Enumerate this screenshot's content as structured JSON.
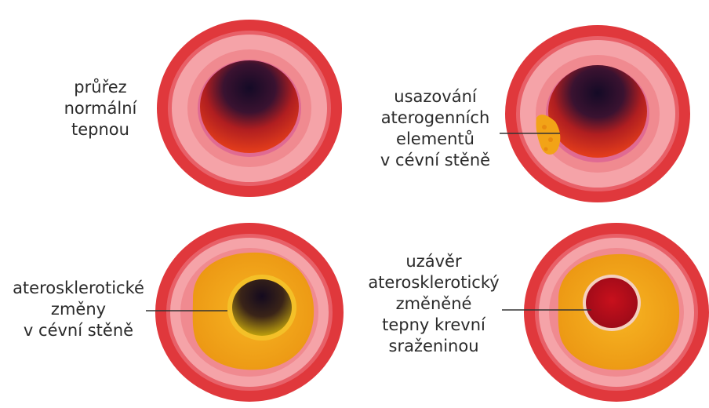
{
  "colors": {
    "outer_wall": "#e0383c",
    "media": "#f5a3a8",
    "intima": "#f08a90",
    "lumen_dark": "#1a0f2e",
    "lumen_red": "#e42a18",
    "plaque": "#f2a317",
    "clot": "#c2101e"
  },
  "panels": [
    {
      "id": "normal",
      "lines": [
        "průřez",
        "normální",
        "tepnou"
      ]
    },
    {
      "id": "deposition",
      "lines": [
        "usazování",
        "aterogenních",
        "elementů",
        "v cévní stěně"
      ]
    },
    {
      "id": "sclerotic",
      "lines": [
        "aterosklerotické",
        "změny",
        "v cévní stěně"
      ]
    },
    {
      "id": "occlusion",
      "lines": [
        "uzávěr",
        "aterosklerotický",
        "změněné",
        "tepny krevní",
        "sraženinou"
      ]
    }
  ]
}
